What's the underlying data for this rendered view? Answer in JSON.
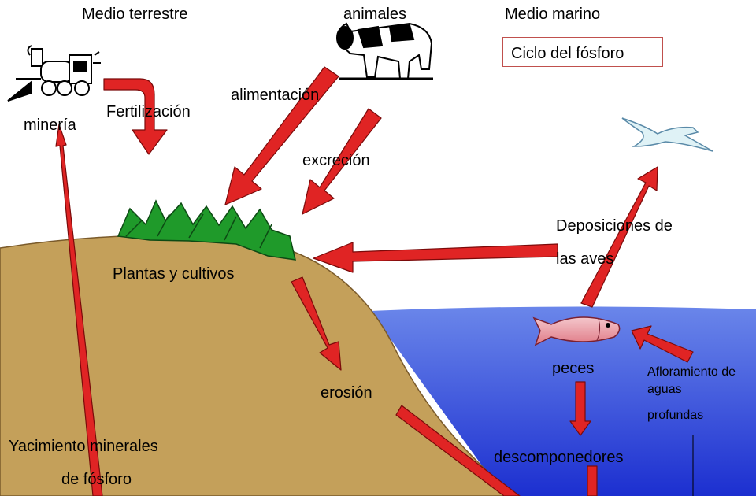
{
  "title": "Ciclo del fósforo",
  "labels": {
    "terrestrial": "Medio terrestre",
    "marine": "Medio marino",
    "animals": "animales",
    "mining": "minería",
    "fertilization": "Fertilización",
    "feeding": "alimentación",
    "excretion": "excreción",
    "plants": "Plantas y cultivos",
    "bird_droppings_1": "Deposiciones de",
    "bird_droppings_2": "las aves",
    "erosion": "erosión",
    "fish": "peces",
    "upwelling_1": "Afloramiento de",
    "upwelling_2": "aguas",
    "upwelling_3": "profundas",
    "decomposers": "descomponedores",
    "deposit_1": "Yacimiento minerales",
    "deposit_2": "de fósforo"
  },
  "icons": [
    "locomotive-icon",
    "cow-icon",
    "plants-icon",
    "seagull-icon",
    "fish-icon"
  ],
  "colors": {
    "arrow": "#e02424",
    "land": "#c4a05a",
    "sea": "#3050d8"
  }
}
